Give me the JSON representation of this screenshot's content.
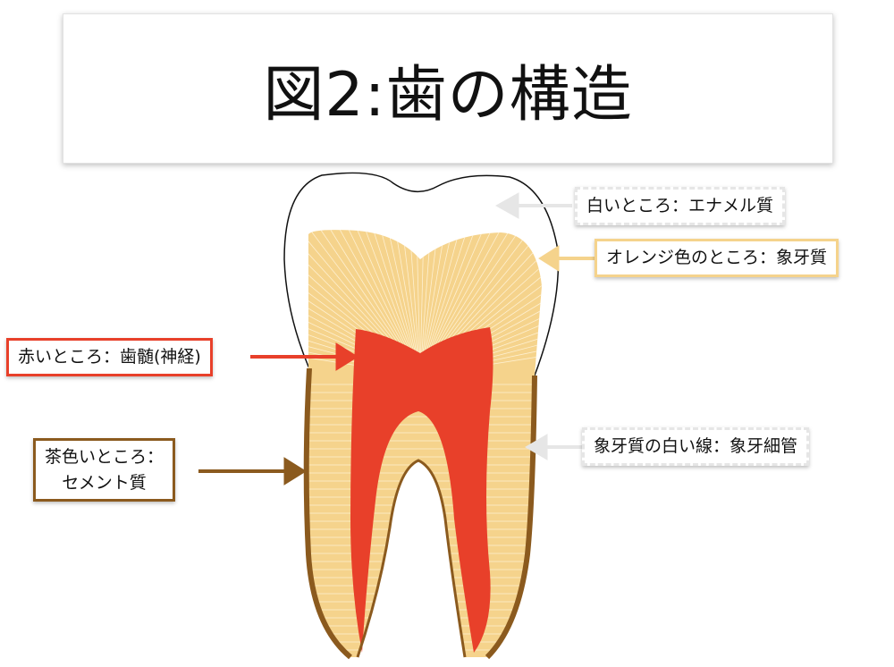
{
  "title": "図2:歯の構造",
  "labels": {
    "enamel": "白いところ：エナメル質",
    "dentin": "オレンジ色のところ：象牙質",
    "pulp": "赤いところ：歯髄(神経)",
    "cementum_line1": "茶色いところ：",
    "cementum_line2": "セメント質",
    "tubules": "象牙質の白い線：象牙細管"
  },
  "colors": {
    "enamel": "#ffffff",
    "dentin": "#f5d38c",
    "pulp": "#e8402a",
    "cementum": "#8b5a1e"
  }
}
